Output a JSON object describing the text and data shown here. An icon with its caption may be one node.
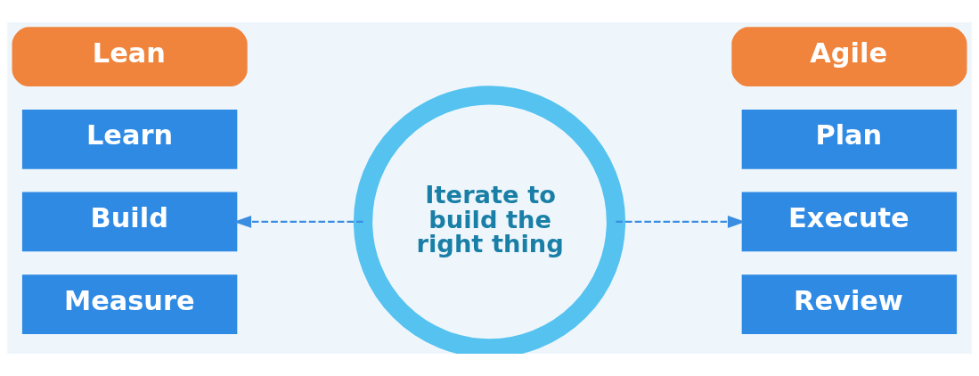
{
  "diagram": {
    "nodes": [
      {
        "text": [
          "Lean"
        ]
      },
      {
        "text": [
          "Learn"
        ]
      },
      {
        "text": [
          "Build"
        ]
      },
      {
        "text": [
          "Measure"
        ]
      },
      {
        "text": [
          "Iterate to build the right thing"
        ]
      },
      {
        "text": [
          "Agile"
        ]
      },
      {
        "text": [
          "Plan"
        ]
      },
      {
        "text": [
          "Execute"
        ]
      },
      {
        "text": [
          "Review"
        ]
      }
    ],
    "edges": [
      {
        "from": 4,
        "to": 2,
        "arrow": "to",
        "style": "dashed"
      },
      {
        "from": 4,
        "to": 7,
        "arrow": "to",
        "style": "dashed"
      }
    ]
  }
}
